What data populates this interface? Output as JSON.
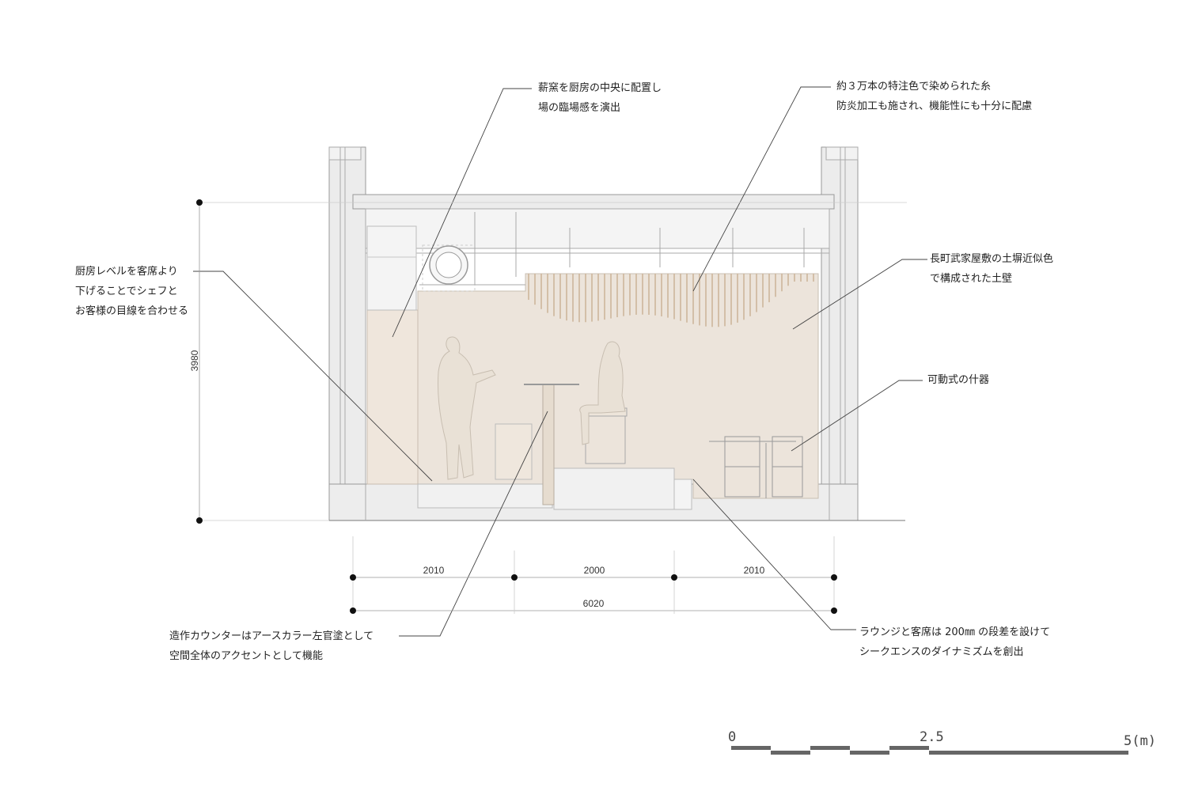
{
  "annotations": {
    "oven": [
      "薪窯を厨房の中央に配置し",
      "場の臨場感を演出"
    ],
    "threads": [
      "約３万本の特注色で染められた糸",
      "防炎加工も施され、機能性にも十分に配慮"
    ],
    "kitchen_level": [
      "厨房レベルを客席より",
      "下げることでシェフと",
      "お客様の目線を合わせる"
    ],
    "earth_wall": [
      "長町武家屋敷の土塀近似色",
      "で構成された土壁"
    ],
    "furniture": [
      "可動式の什器"
    ],
    "counter": [
      "造作カウンターはアースカラー左官塗として",
      "空間全体のアクセントとして機能"
    ],
    "step": [
      "ラウンジと客席は 200㎜ の段差を設けて",
      "シークエンスのダイナミズムを創出"
    ]
  },
  "dimensions": {
    "height": "3980",
    "segments": [
      "2010",
      "2000",
      "2010"
    ],
    "total": "6020"
  },
  "scale_bar": {
    "labels": [
      "0",
      "2.5",
      "5(m)"
    ]
  }
}
